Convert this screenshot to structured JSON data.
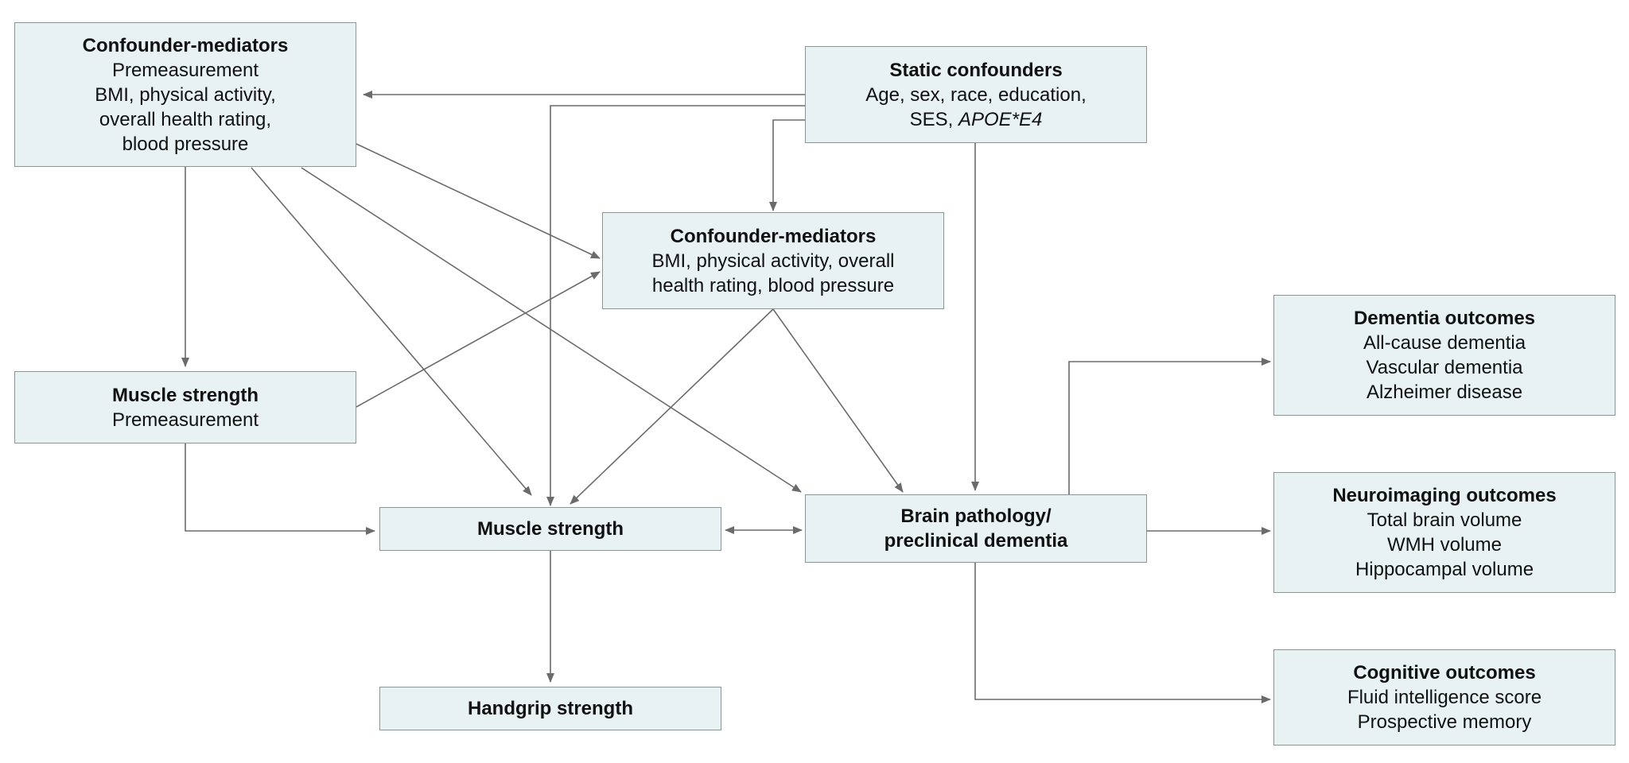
{
  "diagram": {
    "nodes": {
      "confounders_pre": {
        "title": "Confounder-mediators",
        "lines": [
          "Premeasurement",
          "BMI, physical activity,",
          "overall health rating,",
          "blood pressure"
        ]
      },
      "static_confounders": {
        "title": "Static confounders",
        "line1": "Age, sex, race, education,",
        "line2_prefix": "SES, ",
        "line2_italic": "APOE*E4"
      },
      "confounders_mid": {
        "title": "Confounder-mediators",
        "lines": [
          "BMI, physical activity, overall",
          "health rating, blood pressure"
        ]
      },
      "muscle_pre": {
        "title": "Muscle strength",
        "lines": [
          "Premeasurement"
        ]
      },
      "muscle": {
        "title": "Muscle strength"
      },
      "brain": {
        "title_lines": [
          "Brain pathology/",
          "preclinical dementia"
        ]
      },
      "handgrip": {
        "title": "Handgrip strength"
      },
      "dementia": {
        "title": "Dementia outcomes",
        "lines": [
          "All-cause dementia",
          "Vascular dementia",
          "Alzheimer disease"
        ]
      },
      "neuro": {
        "title": "Neuroimaging outcomes",
        "lines": [
          "Total brain volume",
          "WMH volume",
          "Hippocampal volume"
        ]
      },
      "cognitive": {
        "title": "Cognitive outcomes",
        "lines": [
          "Fluid intelligence score",
          "Prospective memory"
        ]
      }
    },
    "edge_color": "#6b6b6b"
  }
}
